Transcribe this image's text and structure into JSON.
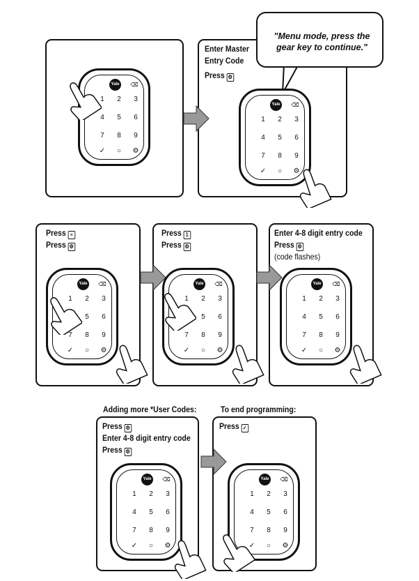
{
  "bubble": {
    "text": "\"Menu mode, press the gear key to continue.\""
  },
  "step1": {
    "title_line1": "Enter Master",
    "title_line2": "Entry Code",
    "press": "Press"
  },
  "step2": {
    "line1": "Press",
    "line2": "Press"
  },
  "step3": {
    "line1": "Press",
    "line2": "Press"
  },
  "step4": {
    "title": "Enter 4-8 digit entry code",
    "press": "Press",
    "note": "(code flashes)"
  },
  "captions": {
    "adding": "Adding more *User Codes:",
    "end": "To end programming:"
  },
  "step5": {
    "line1": "Press",
    "line2": "Enter 4-8 digit entry code",
    "line3": "Press"
  },
  "step6": {
    "line1": "Press"
  },
  "keypad": {
    "logo": "Yale",
    "keys": [
      "1",
      "2",
      "3",
      "4",
      "5",
      "6",
      "7",
      "8",
      "9"
    ],
    "back": "⌫",
    "check": "✓",
    "zero": "○",
    "gear": "⚙"
  },
  "key_icons": {
    "gear": "⚙",
    "menu": "≡",
    "one": "1",
    "check": "✓"
  }
}
